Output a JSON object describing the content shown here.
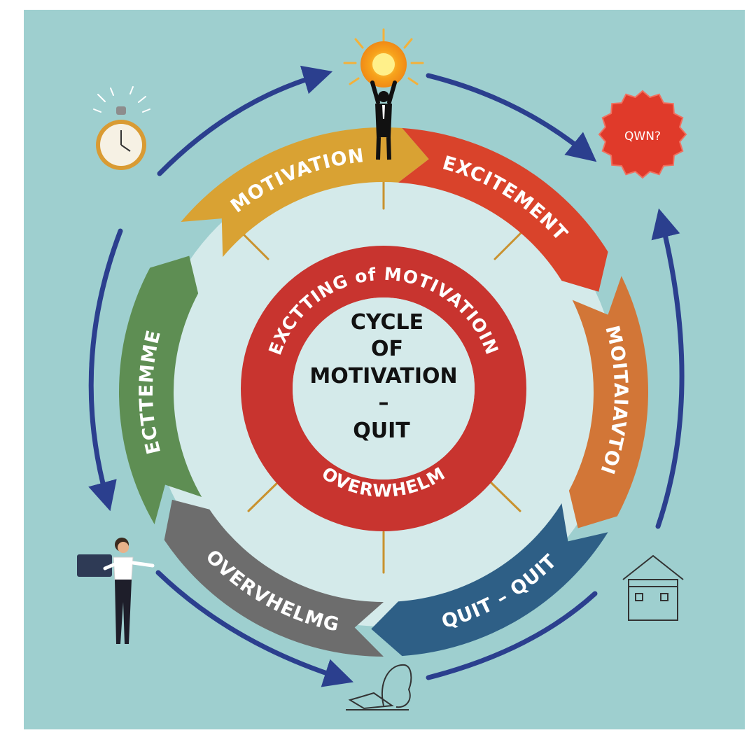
{
  "center": {
    "lines": [
      "CYCLE",
      "OF",
      "MOTIVATION",
      "–",
      "QUIT"
    ]
  },
  "inner_ring": {
    "top_label": "EXCTTING of MOTIVATIOIN",
    "bottom_label": "OVERWHELM"
  },
  "segments": [
    {
      "label": "MOTIVATION",
      "color": "#D9A233"
    },
    {
      "label": "EXCITEMENT",
      "color": "#D9432B"
    },
    {
      "label": "MOITAIAVTOI",
      "color": "#D27637"
    },
    {
      "label": "QUIT – QUIT",
      "color": "#2E5F86"
    },
    {
      "label": "OVERVHELMG",
      "color": "#6D6D6D"
    },
    {
      "label": "ECTTEMME",
      "color": "#5E8E53"
    }
  ],
  "badge": {
    "text": "QWN?",
    "color": "#E03A2A"
  },
  "icons": [
    "stopwatch-icon",
    "lightbulb-person-icon",
    "badge-icon",
    "house-icon",
    "person-laptop-icon",
    "hand-icon"
  ],
  "colors": {
    "background": "#9ECFCF",
    "disc": "#D4EAEA",
    "ring": "#C8342F",
    "arrow": "#2B3F8E",
    "tick": "#C9922E"
  }
}
